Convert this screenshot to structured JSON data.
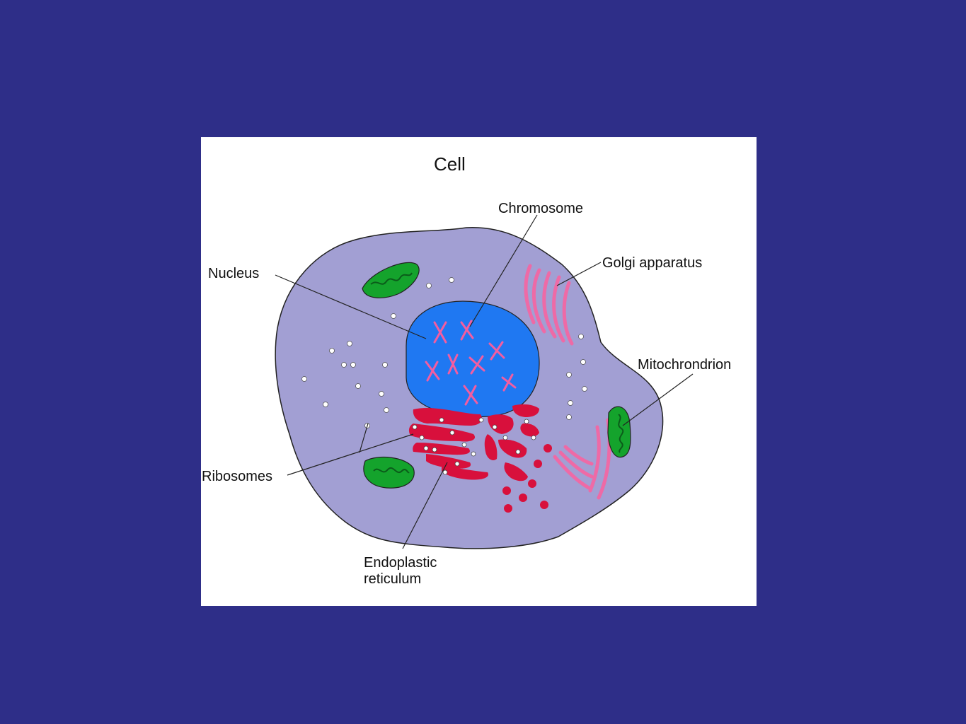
{
  "slide": {
    "background_color": "#2e2e88",
    "figure_background": "#ffffff"
  },
  "diagram": {
    "title": "Cell",
    "labels": {
      "chromosome": "Chromosome",
      "nucleus": "Nucleus",
      "golgi": "Golgi apparatus",
      "mitochondrion": "Mitochrondrion",
      "ribosomes": "Ribosomes",
      "er_line1": "Endoplastic",
      "er_line2": "reticulum"
    },
    "colors": {
      "cytoplasm": "#a29fd3",
      "nucleus": "#1f78f2",
      "chromosome": "#f35da0",
      "golgi": "#ee6aa6",
      "endoplasmic_reticulum": "#d8103c",
      "mitochondrion_outer": "#14a32c",
      "mitochondrion_inner": "#0b5c1a",
      "outline": "#222222"
    }
  }
}
